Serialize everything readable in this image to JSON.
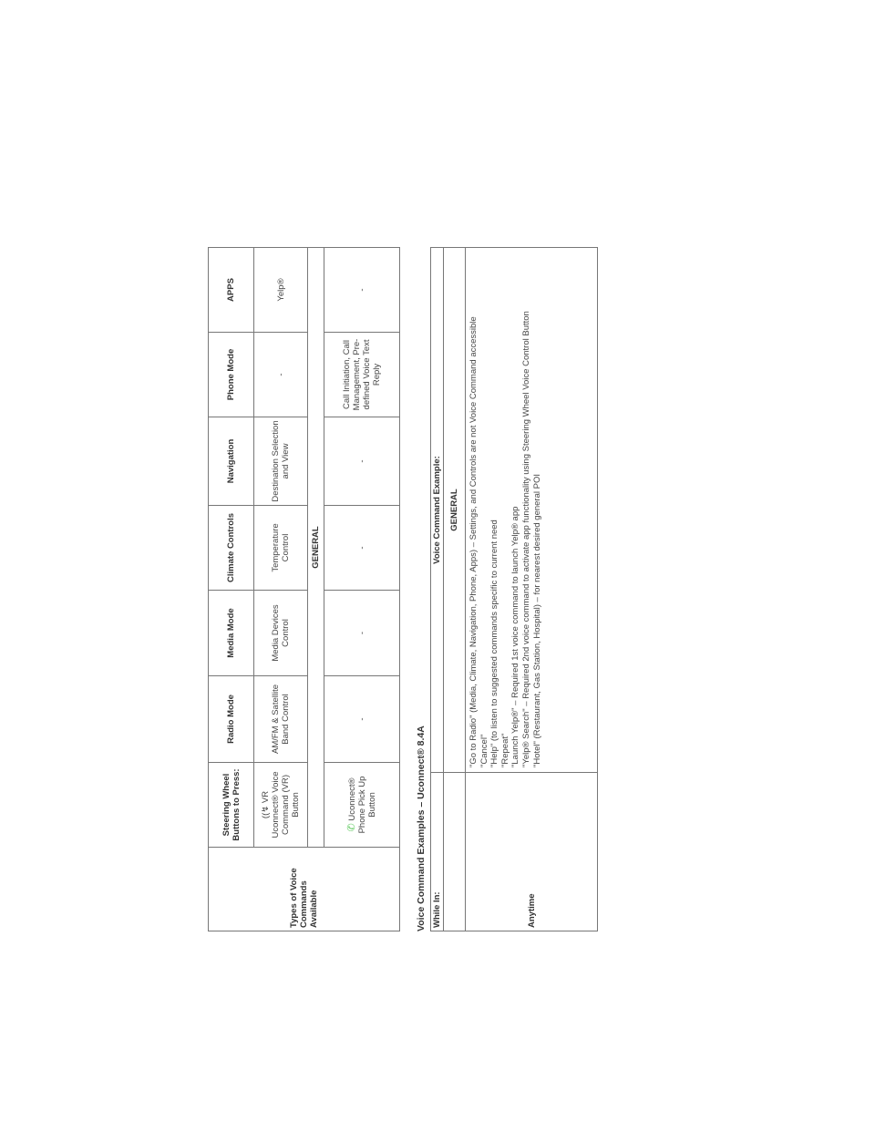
{
  "table1": {
    "row_header": "Types of Voice Commands Available",
    "headers": [
      "Steering Wheel Buttons to Press:",
      "Radio Mode",
      "Media Mode",
      "Climate Controls",
      "Navigation",
      "Phone Mode",
      "APPS"
    ],
    "row1": {
      "button_icon_label": "VR",
      "button": "Uconnect® Voice Command (VR) Button",
      "cells": [
        "AM/FM & Satellite Band Control",
        "Media Devices Control",
        "Temperature Control",
        "Destination Selection and View",
        "-",
        "Yelp®"
      ]
    },
    "section": "GENERAL",
    "row2": {
      "button": "Uconnect® Phone Pick Up Button",
      "cells": [
        "-",
        "-",
        "-",
        "-",
        "Call Initiation, Call Management, Pre-defined Voice Text Reply",
        "-"
      ]
    }
  },
  "table2": {
    "title": "Voice Command Examples – Uconnect® 8.4A",
    "headers": [
      "While In:",
      "Voice Command Example:"
    ],
    "section": "GENERAL",
    "row_label": "Anytime",
    "commands": [
      "\"Go to Radio\" (Media, Climate, Navigation, Phone, Apps) – Settings, and Controls are not Voice Command accessible",
      "\"Cancel\"",
      "\"Help\" (to listen to suggested commands specific to current need",
      "\"Repeat\"",
      "\"Launch Yelp®\" – Required 1st voice command to launch Yelp® app",
      "\"Yelp® Search\" – Required 2nd voice command to activate app functionality using Steering Wheel Voice Control Button",
      "\"Hotel\" (Restaurant, Gas Station, Hospital) – for nearest desired general POI"
    ]
  },
  "icons": {
    "vr": "voice-recognition-icon",
    "phone": "phone-icon"
  }
}
